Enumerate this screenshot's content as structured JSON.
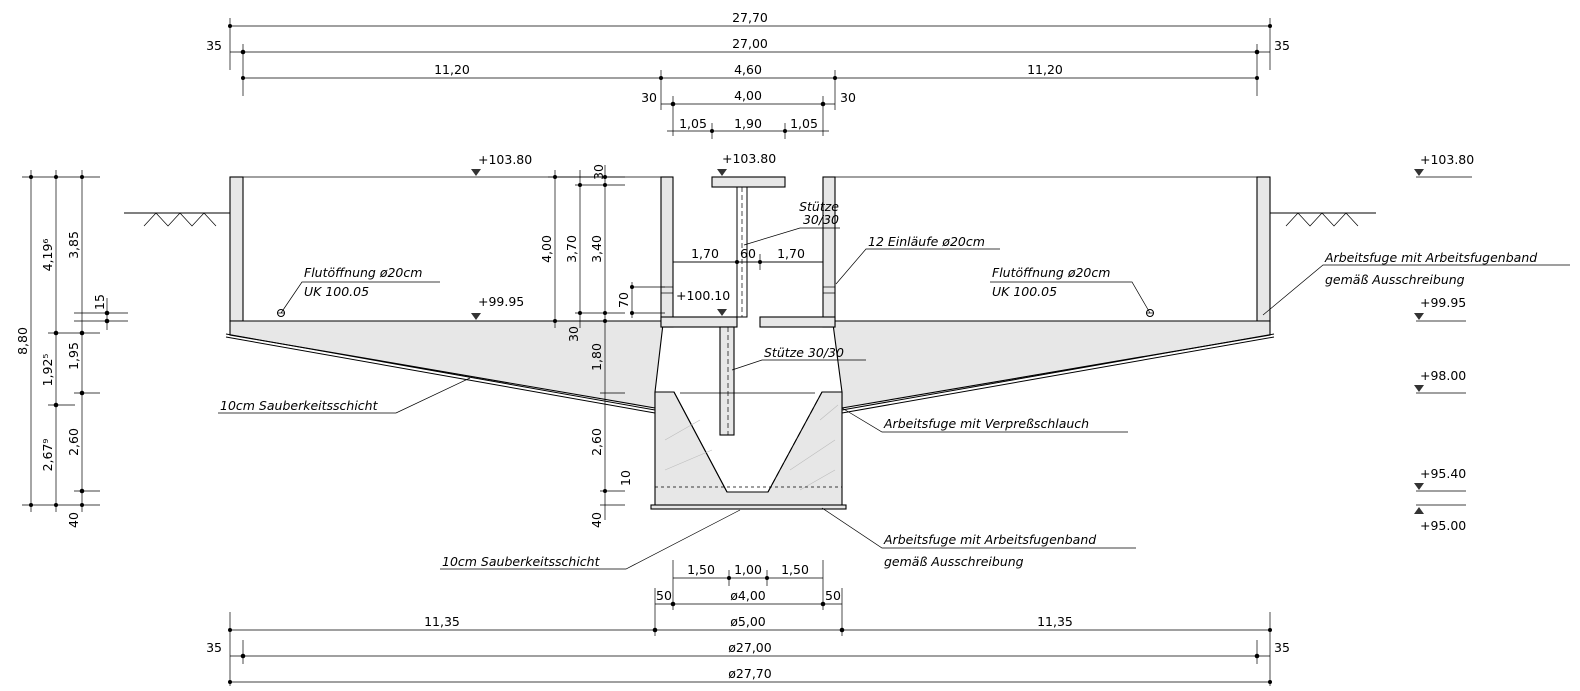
{
  "top_dims": {
    "overall": "27,70",
    "inner": "27,00",
    "left_wall": "35",
    "right_wall": "35",
    "left_span": "11,20",
    "center": "4,60",
    "right_span": "11,20",
    "shaft_wall_left": "30",
    "shaft_inner": "4,00",
    "shaft_wall_right": "30",
    "seg_a": "1,05",
    "seg_b": "1,90",
    "seg_c": "1,05"
  },
  "bottom_dims": {
    "a": "1,50",
    "b": "1,00",
    "c": "1,50",
    "wall_l": "50",
    "inner_dia": "ø4,00",
    "wall_r": "50",
    "left_span": "11,35",
    "mid_dia": "ø5,00",
    "right_span": "11,35",
    "left_wall": "35",
    "right_wall": "35",
    "dia_27": "ø27,00",
    "dia_277": "ø27,70"
  },
  "left_dims": {
    "total": "8,80",
    "part1": "4,19⁶",
    "part2": "1,92⁵",
    "part3": "2,67⁹",
    "h1": "3,85",
    "h2": "15",
    "h3": "1,95",
    "h4": "2,60",
    "h5": "40"
  },
  "center_dims": {
    "c30_top": "30",
    "c400": "4,00",
    "c370": "3,70",
    "c340": "3,40",
    "c70": "70",
    "c30_bot": "30",
    "c180": "1,80",
    "c260": "2,60",
    "c10": "10",
    "c40": "40",
    "w170_l": "1,70",
    "w60": "60",
    "w170_r": "1,70"
  },
  "levels": {
    "top_left": "+103.80",
    "top_center": "+103.80",
    "waterline": "+99.95",
    "shaft_bottom": "+100.10",
    "r_10380": "+103.80",
    "r_9995": "+99.95",
    "r_9800": "+98.00",
    "r_9540": "+95.40",
    "r_9500": "+95.00"
  },
  "labels": {
    "flut_left_1": "Flutöffnung ø20cm",
    "flut_left_2": "UK 100.05",
    "flut_right_1": "Flutöffnung ø20cm",
    "flut_right_2": "UK 100.05",
    "stuetze_top_1": "Stütze",
    "stuetze_top_2": "30/30",
    "einlaeufe": "12 Einläufe ø20cm",
    "stuetze_mid": "Stütze 30/30",
    "arbeitsfuge_band_r1": "Arbeitsfuge mit Arbeitsfugenband",
    "arbeitsfuge_band_r2": "gemäß Ausschreibung",
    "sauber_left": "10cm Sauberkeitsschicht",
    "arbeitsfuge_verpress": "Arbeitsfuge mit Verpreßschlauch",
    "arbeitsfuge_band_b1": "Arbeitsfuge mit Arbeitsfugenband",
    "arbeitsfuge_band_b2": "gemäß Ausschreibung",
    "sauber_bottom": "10cm Sauberkeitsschicht"
  }
}
